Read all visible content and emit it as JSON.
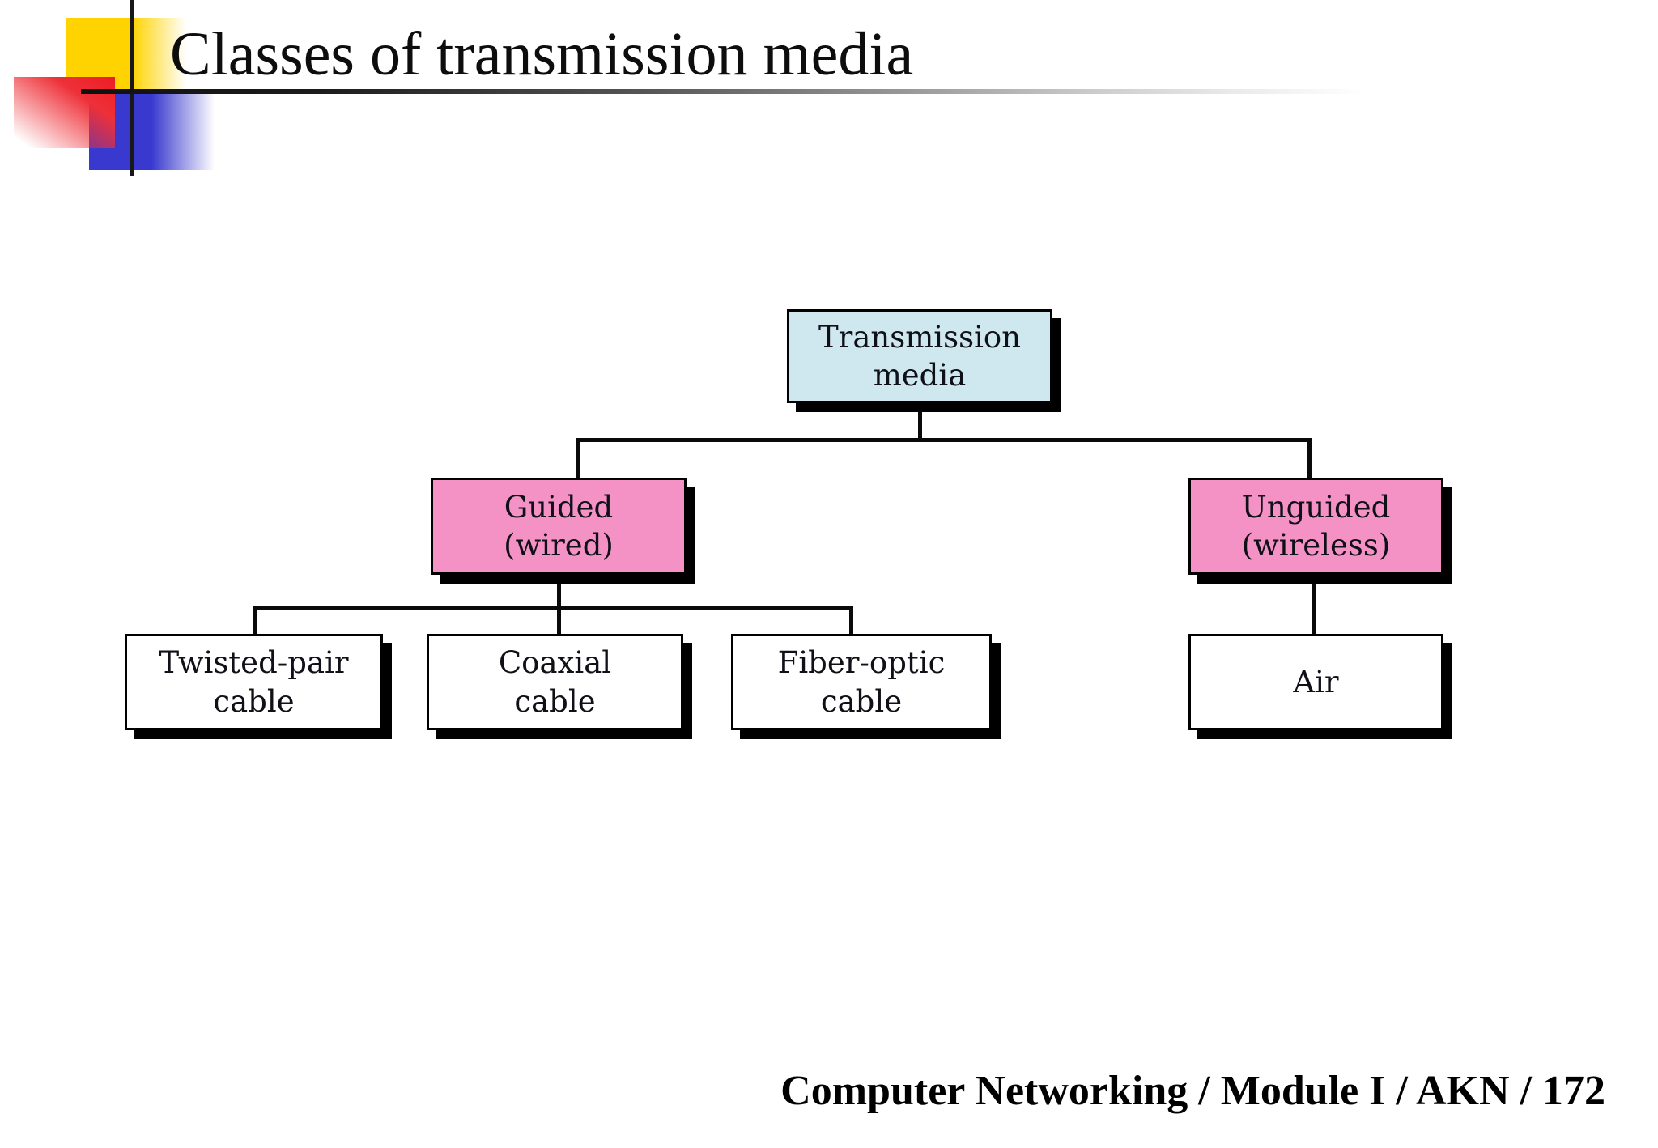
{
  "header": {
    "title": "Classes of transmission media"
  },
  "footer": {
    "text": "Computer Networking / Module I / AKN / 172"
  },
  "diagram": {
    "type": "tree",
    "nodes": [
      {
        "id": "transmission-media",
        "label": "Transmission\nmedia",
        "level": 0,
        "fill": "#cfe8f0"
      },
      {
        "id": "guided",
        "label": "Guided\n(wired)",
        "level": 1,
        "parent": "transmission-media",
        "fill": "#f492c6"
      },
      {
        "id": "unguided",
        "label": "Unguided\n(wireless)",
        "level": 1,
        "parent": "transmission-media",
        "fill": "#f492c6"
      },
      {
        "id": "twisted-pair-cable",
        "label": "Twisted-pair\ncable",
        "level": 2,
        "parent": "guided",
        "fill": "#ffffff"
      },
      {
        "id": "coaxial-cable",
        "label": "Coaxial\ncable",
        "level": 2,
        "parent": "guided",
        "fill": "#ffffff"
      },
      {
        "id": "fiber-optic-cable",
        "label": "Fiber-optic\ncable",
        "level": 2,
        "parent": "guided",
        "fill": "#ffffff"
      },
      {
        "id": "air",
        "label": "Air",
        "level": 2,
        "parent": "unguided",
        "fill": "#ffffff"
      }
    ],
    "edges": [
      {
        "from": "transmission-media",
        "to": "guided"
      },
      {
        "from": "transmission-media",
        "to": "unguided"
      },
      {
        "from": "guided",
        "to": "twisted-pair-cable"
      },
      {
        "from": "guided",
        "to": "coaxial-cable"
      },
      {
        "from": "guided",
        "to": "fiber-optic-cable"
      },
      {
        "from": "unguided",
        "to": "air"
      }
    ]
  },
  "colors": {
    "background": "#ffffff",
    "node_border": "#000000",
    "node_shadow": "#000000",
    "connector": "#0a0a0a",
    "root_fill": "#cfe8f0",
    "branch_fill": "#f492c6",
    "leaf_fill": "#ffffff",
    "deco_yellow": "#ffd300",
    "deco_red": "#ee1c24",
    "deco_blue": "#3939cf"
  }
}
